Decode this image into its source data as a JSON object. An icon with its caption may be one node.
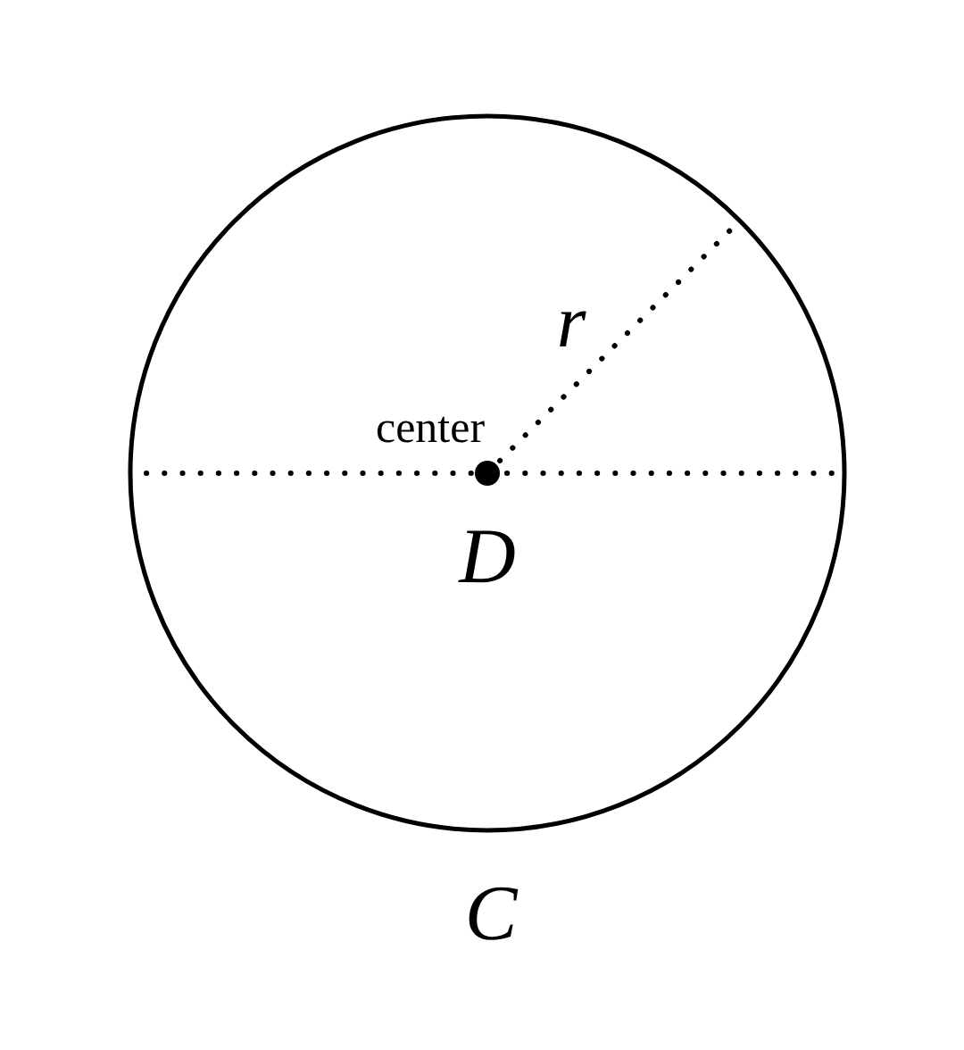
{
  "diagram": {
    "labels": [
      "r",
      "center",
      "D",
      "C"
    ]
  }
}
